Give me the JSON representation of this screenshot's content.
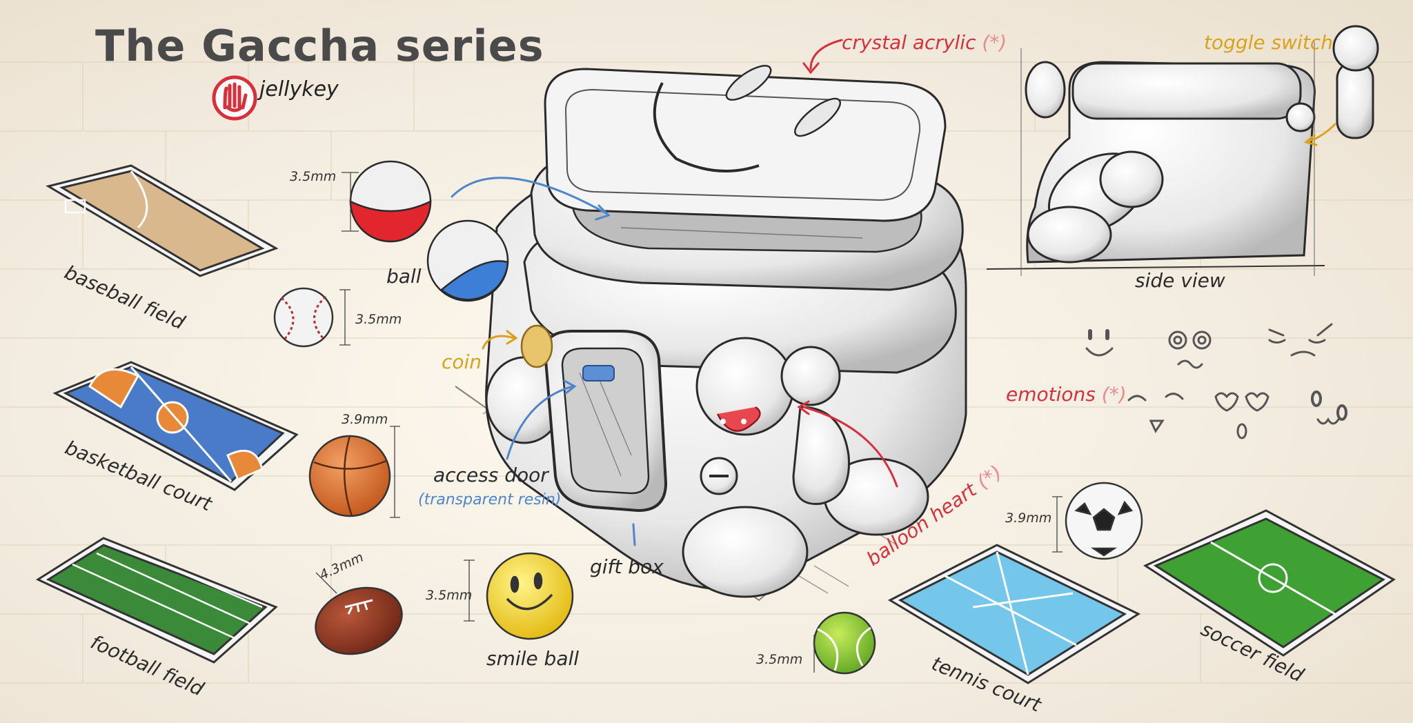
{
  "title": "The Gaccha series",
  "brand": {
    "wordmark": "jellykey",
    "logo_icon": "raised-hand-icon"
  },
  "colors": {
    "accent_red": "#d8303b",
    "accent_gold": "#d9a21a",
    "accent_blue": "#4f86c9"
  },
  "callouts": {
    "crystal_acrylic": "crystal acrylic",
    "star_marker": "(*)",
    "toggle_switch": "toggle switch",
    "side_view": "side view",
    "emotions": "emotions",
    "balloon_heart": "balloon heart",
    "coin": "coin",
    "access_door": "access door",
    "transparent_resin": "(transparent resin)",
    "gift_box": "gift box",
    "ball": "ball",
    "smile_ball": "smile ball"
  },
  "fields": [
    {
      "name": "baseball field",
      "color": "#d9b88d"
    },
    {
      "name": "basketball court",
      "color": "#4a7bc8"
    },
    {
      "name": "football field",
      "color": "#3b8a3a"
    },
    {
      "name": "tennis court",
      "color": "#74c7ea"
    },
    {
      "name": "soccer field",
      "color": "#3fa033"
    }
  ],
  "dimensions": {
    "capsule_ball": "3.5mm",
    "baseball": "3.5mm",
    "basketball": "3.9mm",
    "football": "4.3mm",
    "smile_ball": "3.5mm",
    "tennis_ball": "3.5mm",
    "soccer_ball": "3.9mm"
  }
}
